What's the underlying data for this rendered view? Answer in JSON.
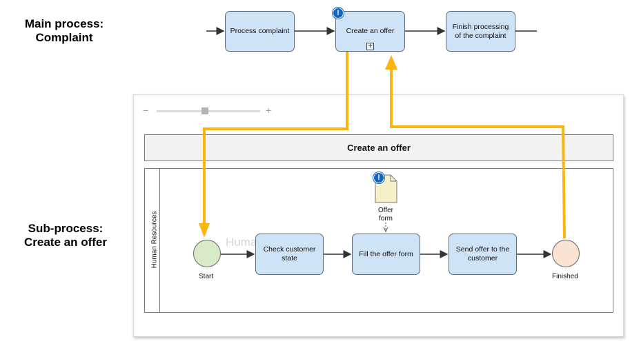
{
  "labels": {
    "main_process": [
      "Main process:",
      "Complaint"
    ],
    "sub_process": [
      "Sub-process:",
      "Create an offer"
    ]
  },
  "main_flow": {
    "tasks": [
      "Process complaint",
      "Create an offer",
      "Finish processing of the complaint"
    ],
    "finish_lines": [
      "Finish processing",
      "of the complaint"
    ],
    "subprocess_marker": "+",
    "info_badge": "!"
  },
  "subprocess": {
    "zoom": {
      "minus": "−",
      "plus": "+",
      "level": 0.5
    },
    "header": "Create an offer",
    "lane": "Human Resources",
    "watermark": "Human Resources",
    "start_label": "Start",
    "end_label": "Finished",
    "tasks": {
      "check": [
        "Check customer",
        "state"
      ],
      "fill": "Fill the offer form",
      "send": [
        "Send offer to the",
        "customer"
      ]
    },
    "document": {
      "lines": [
        "Offer",
        "form"
      ],
      "badge": "!"
    }
  },
  "colors": {
    "task_fill": "#cfe3f6",
    "start_fill": "#d8ebc8",
    "end_fill": "#fbe3d3",
    "connector": "#fbb511",
    "info": "#1565c0",
    "document": "#f5f0c8"
  }
}
